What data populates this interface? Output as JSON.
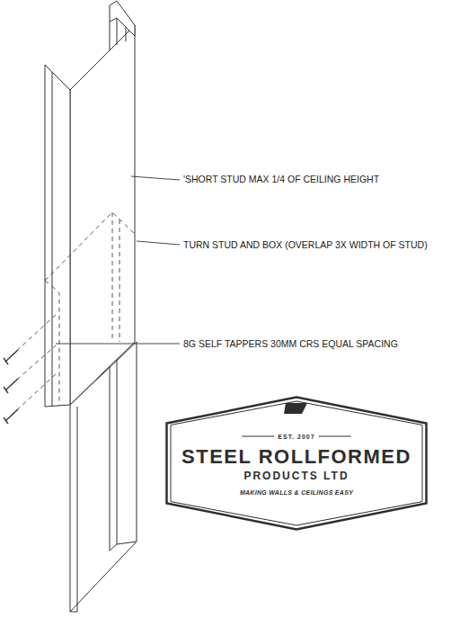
{
  "diagram": {
    "nodes": [
      {
        "text": [
          "EST. 2007",
          "STEEL ROLLFORMED",
          "PRODUCTS LTD",
          "MAKING WALLS & CEILINGS EASY"
        ]
      }
    ],
    "labels": [
      "'SHORT STUD MAX 1/4 OF CEILING HEIGHT",
      "TURN STUD AND BOX (OVERLAP 3X WIDTH OF STUD)",
      "8G SELF TAPPERS 30MM CRS EQUAL SPACING"
    ]
  }
}
